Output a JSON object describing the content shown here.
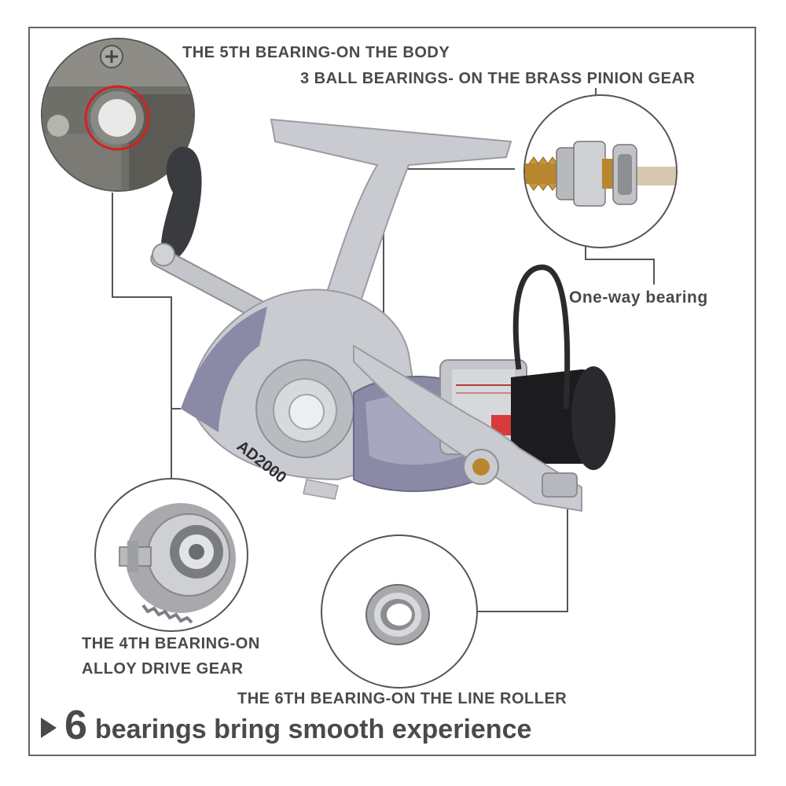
{
  "labels": {
    "fifth_bearing": "THE 5TH BEARING-ON THE BODY",
    "pinion_bearings": "3 BALL BEARINGS- ON THE BRASS PINION GEAR",
    "one_way": "One-way bearing",
    "fourth_line1": "THE 4TH BEARING-ON",
    "fourth_line2": "ALLOY DRIVE GEAR",
    "sixth_bearing": "THE 6TH BEARING-ON THE LINE ROLLER"
  },
  "reel": {
    "model": "AD2000"
  },
  "footer": {
    "number": "6",
    "text": "bearings bring smooth experience"
  },
  "colors": {
    "label_text": "#4a4a4a",
    "frame": "#666666",
    "highlight_ring": "#d62020",
    "reel_silver": "#c9cbd0",
    "reel_purple": "#8a8aa6",
    "brass": "#b8862e"
  },
  "icons": {
    "footer_marker": "triangle-right-icon"
  }
}
